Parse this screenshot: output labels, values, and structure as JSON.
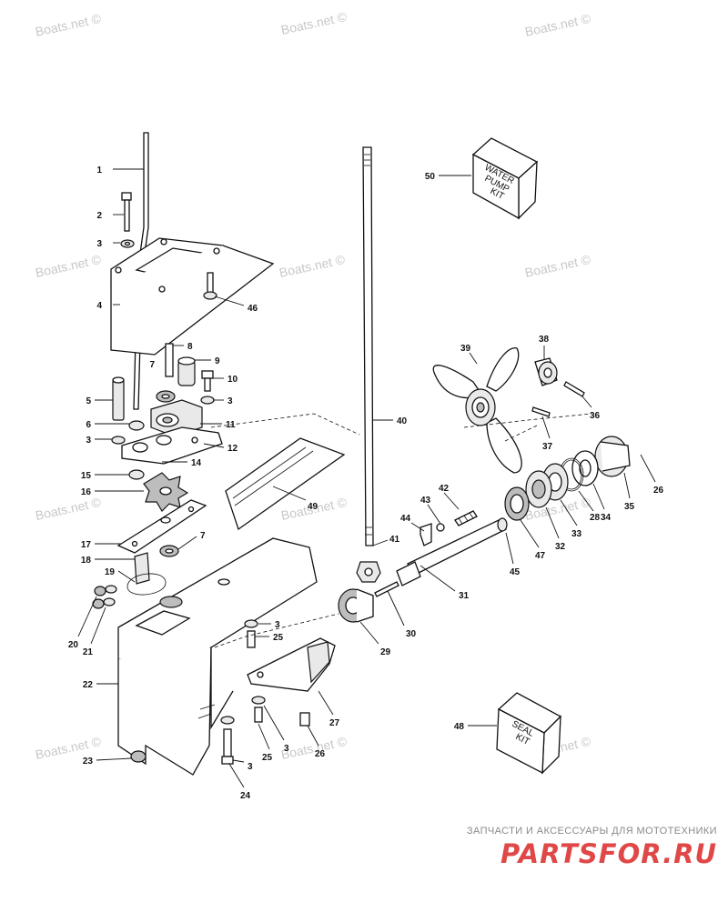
{
  "watermarks": [
    {
      "text": "Boats.net ©"
    },
    {
      "text": "Boats.net ©"
    },
    {
      "text": "Boats.net ©"
    },
    {
      "text": "Boats.net ©"
    },
    {
      "text": "Boats.net ©"
    },
    {
      "text": "Boats.net ©"
    },
    {
      "text": "Boats.net ©"
    },
    {
      "text": "Boats.net ©"
    },
    {
      "text": "Boats.net ©"
    },
    {
      "text": "Boats.net ©"
    },
    {
      "text": "Boats.net ©"
    },
    {
      "text": "Boats.net ©"
    }
  ],
  "kits": {
    "water_pump": [
      "WATER",
      "PUMP",
      "KIT"
    ],
    "seal": [
      "SEAL",
      "KIT"
    ]
  },
  "callouts": [
    "1",
    "2",
    "3",
    "4",
    "46",
    "8",
    "9",
    "7",
    "10",
    "3",
    "5",
    "11",
    "6",
    "3",
    "12",
    "14",
    "15",
    "16",
    "49",
    "40",
    "50",
    "39",
    "38",
    "36",
    "37",
    "26",
    "35",
    "34",
    "28",
    "33",
    "32",
    "47",
    "45",
    "42",
    "43",
    "44",
    "41",
    "31",
    "30",
    "29",
    "17",
    "7",
    "18",
    "19",
    "20",
    "21",
    "3",
    "25",
    "22",
    "27",
    "3",
    "25",
    "26",
    "23",
    "3",
    "24",
    "48"
  ],
  "footer": {
    "caption": "ЗАПЧАСТИ И АКСЕССУАРЫ ДЛЯ МОТОТЕХНИКИ",
    "logo": "PARTSFOR.RU"
  }
}
